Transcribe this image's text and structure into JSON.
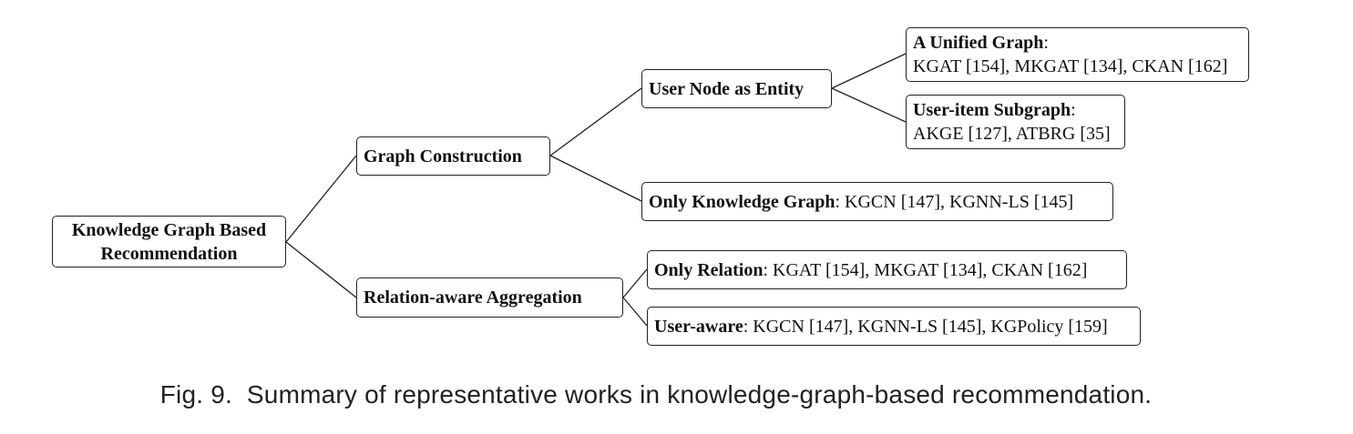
{
  "root": {
    "line1": "Knowledge Graph Based",
    "line2": "Recommendation"
  },
  "graph_construction": {
    "label": "Graph Construction"
  },
  "user_node_as_entity": {
    "label": "User Node as Entity"
  },
  "unified_graph": {
    "bold": "A Unified Graph",
    "sep": ":",
    "works": "KGAT [154], MKGAT [134], CKAN [162]"
  },
  "user_item_subgraph": {
    "bold": "User-item Subgraph",
    "sep": ":",
    "works": "AKGE [127], ATBRG [35]"
  },
  "only_knowledge_graph": {
    "bold": "Only Knowledge Graph",
    "sep": ":",
    "works": " KGCN [147], KGNN-LS [145]"
  },
  "relation_aware_aggregation": {
    "label": "Relation-aware Aggregation"
  },
  "only_relation": {
    "bold": "Only Relation",
    "sep": ":",
    "works": " KGAT [154], MKGAT [134], CKAN [162]"
  },
  "user_aware": {
    "bold": "User-aware",
    "sep": ":",
    "works": " KGCN [147], KGNN-LS [145], KGPolicy [159]"
  },
  "caption": {
    "fig": "Fig. 9.",
    "text": "Summary of representative works in knowledge-graph-based recommendation."
  }
}
